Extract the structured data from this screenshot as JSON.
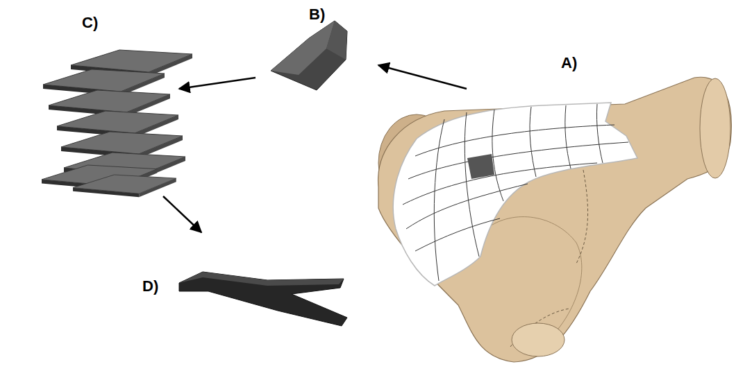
{
  "diagram": {
    "labels": [
      "A)",
      "B)",
      "C)",
      "D)"
    ]
  }
}
